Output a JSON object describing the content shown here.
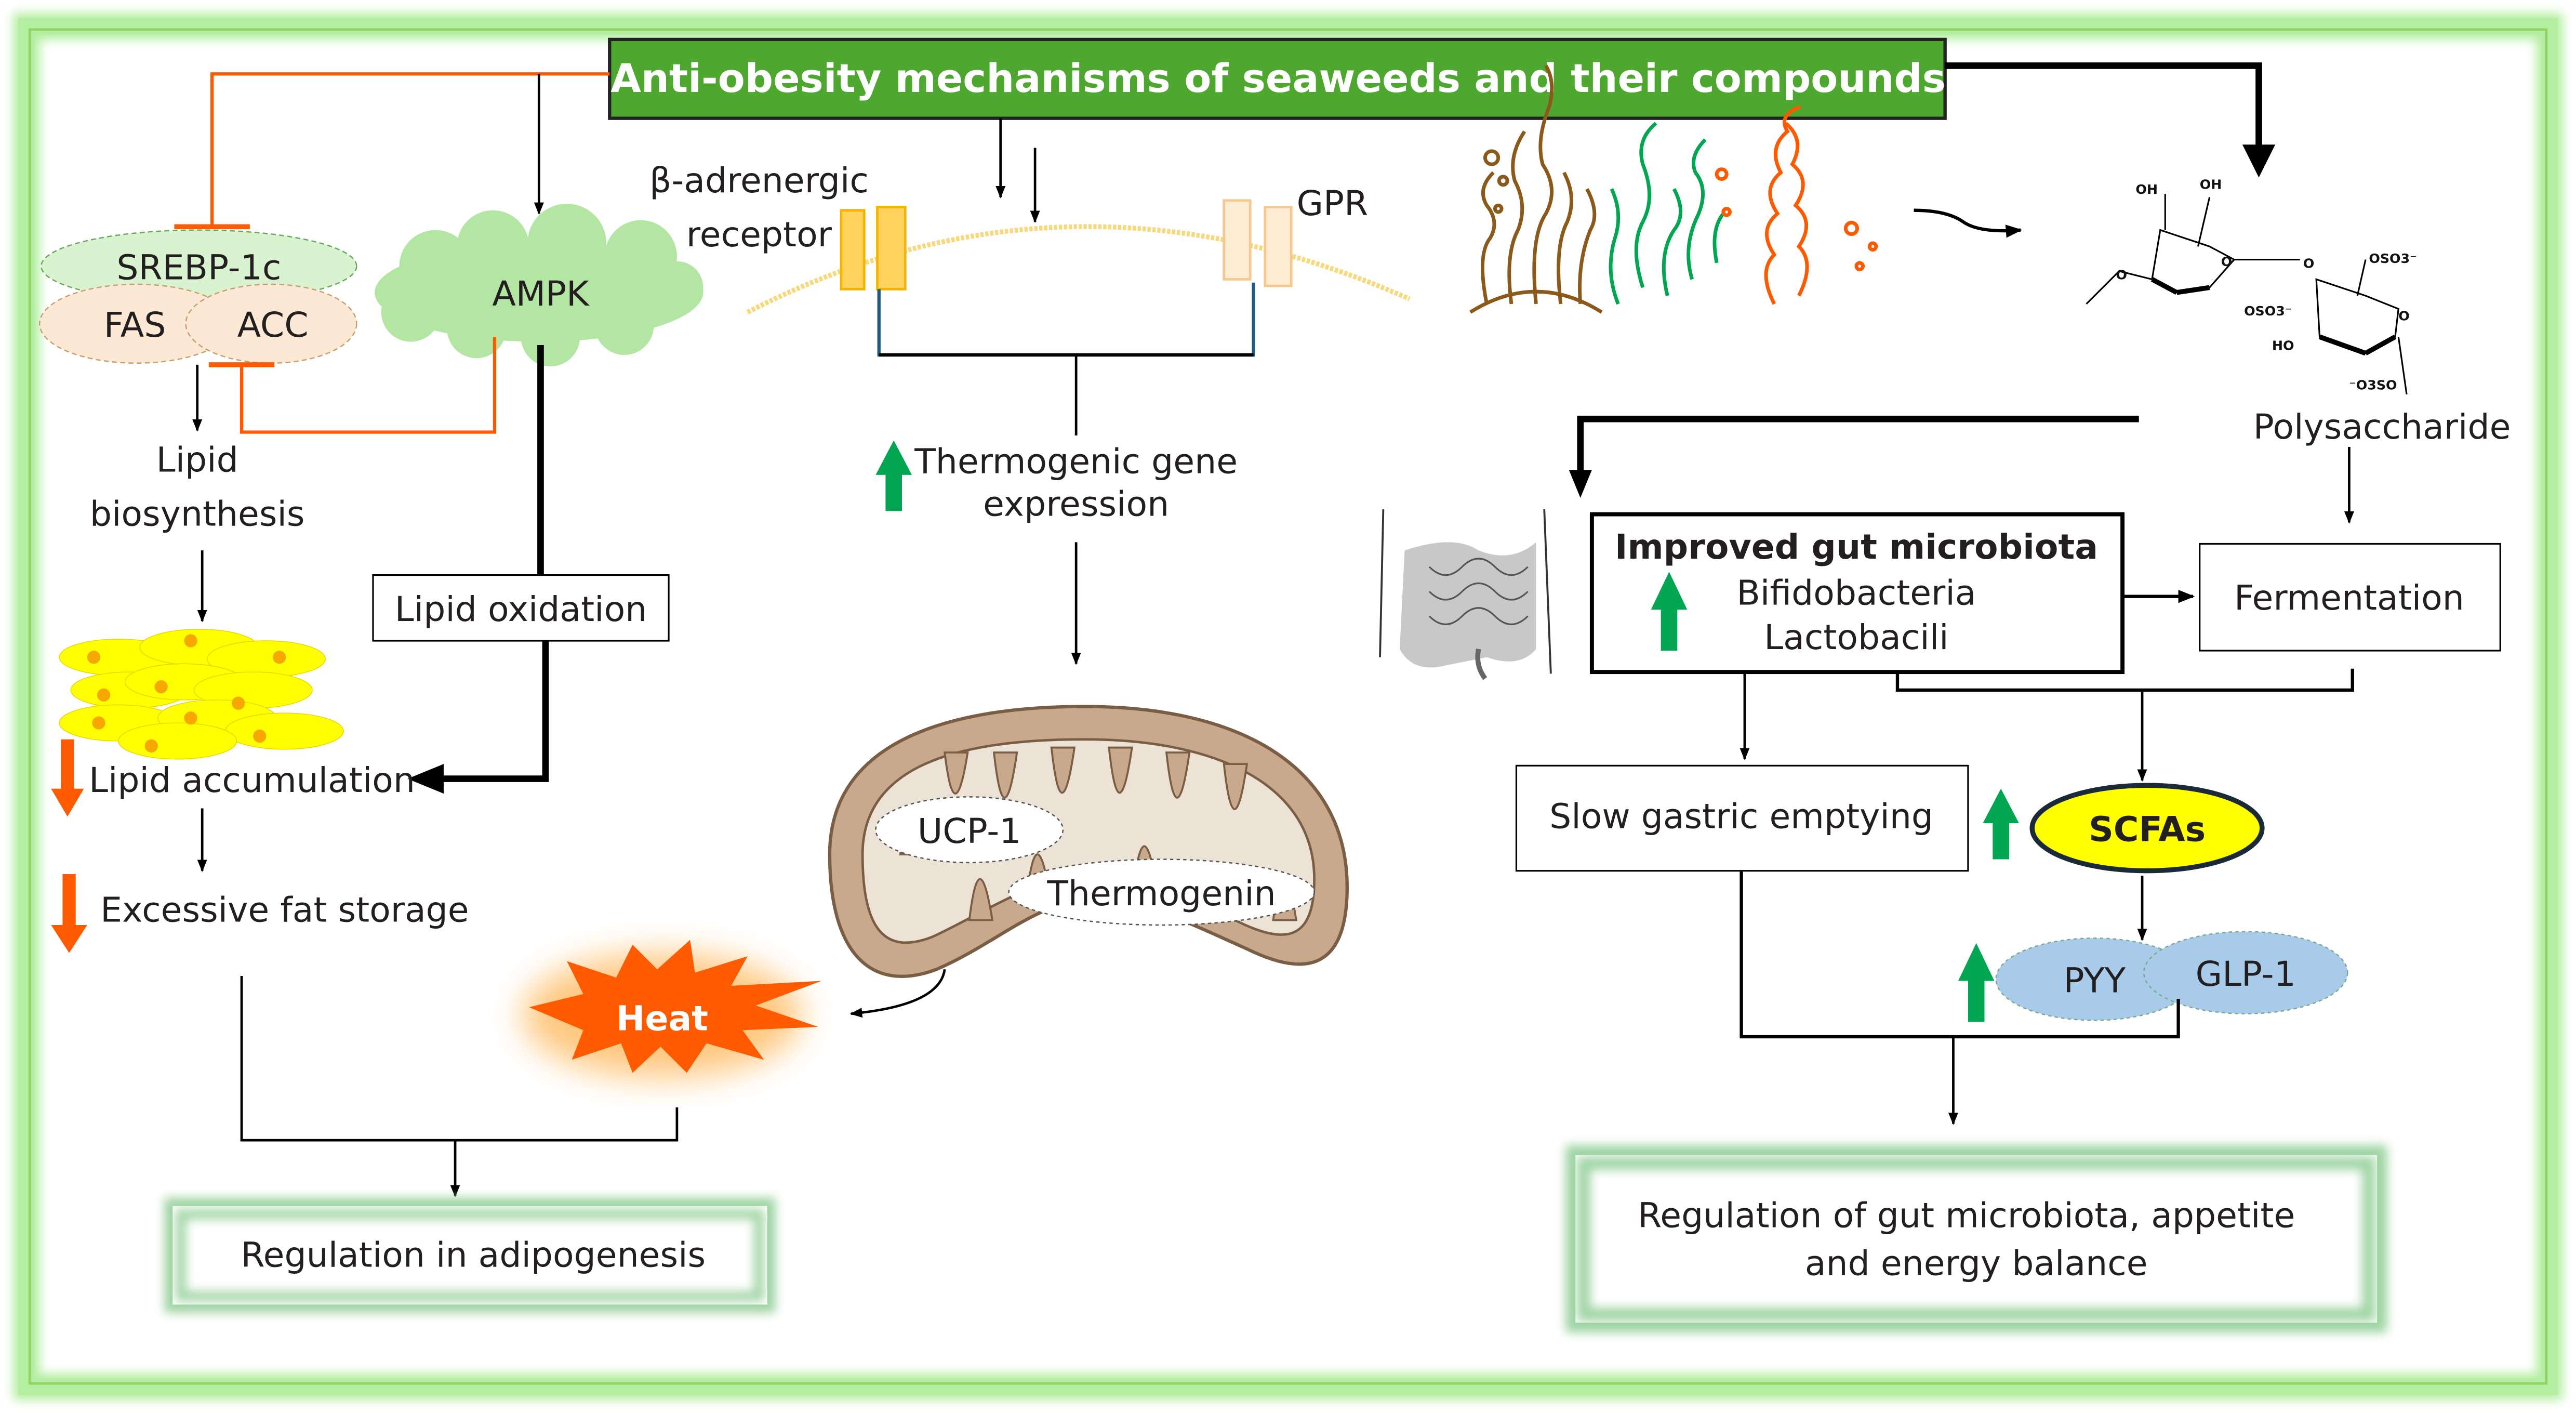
{
  "title": "Anti-obesity mechanisms of seaweeds and their compounds",
  "colors": {
    "title_bg": "#4ea72e",
    "frame_glow": "#b4eea0",
    "inhibit_line": "#ff5a00",
    "down_arrow": "#ff5a00",
    "up_arrow": "#00a651",
    "srebp_fill": "#d9f2d0",
    "fas_acc_fill": "#fbe9d5",
    "ampk_fill": "#b3e5a3",
    "fat_cell_fill": "#ffff00",
    "fat_cell_nucleus": "#f6a800",
    "mito_outer": "#c9a98b",
    "mito_inner": "#ece2d6",
    "heat_fill": "#ff5a00",
    "scfa_fill": "#ffff00",
    "pyy_glp_fill": "#a9cbea",
    "result_box_glow": "#9fd4a3",
    "beta_receptor": "#ffcc44",
    "gpr_receptor": "#fbe3c4",
    "seaweed_brown": "#8b5a1b",
    "seaweed_green": "#00a651",
    "seaweed_orange": "#ff5a00"
  },
  "left_panel": {
    "srebp": "SREBP-1c",
    "fas": "FAS",
    "acc": "ACC",
    "ampk": "AMPK",
    "lipid_biosynthesis": [
      "Lipid",
      "biosynthesis"
    ],
    "lipid_oxidation": "Lipid oxidation",
    "lipid_accumulation": "Lipid accumulation",
    "excessive_fat_storage": "Excessive fat storage",
    "result": "Regulation in adipogenesis"
  },
  "middle_panel": {
    "beta_receptor": [
      "β-adrenergic",
      "receptor"
    ],
    "gpr": "GPR",
    "thermogenic": [
      "Thermogenic gene",
      "expression"
    ],
    "ucp1": "UCP-1",
    "thermogenin": "Thermogenin",
    "heat": "Heat"
  },
  "right_panel": {
    "polysaccharide": "Polysaccharide",
    "chem_labels": [
      "OH",
      "OH",
      "O",
      "O",
      "O",
      "OSO3⁻",
      "OSO3⁻",
      "O",
      "HO",
      "⁻O3SO"
    ],
    "improved_gut": "Improved gut microbiota",
    "bifido": "Bifidobacteria",
    "lacto": "Lactobacili",
    "fermentation": "Fermentation",
    "slow_gastric": "Slow gastric emptying",
    "scfas": "SCFAs",
    "pyy": "PYY",
    "glp1": "GLP-1",
    "result": [
      "Regulation of gut microbiota, appetite",
      "and energy balance"
    ]
  }
}
